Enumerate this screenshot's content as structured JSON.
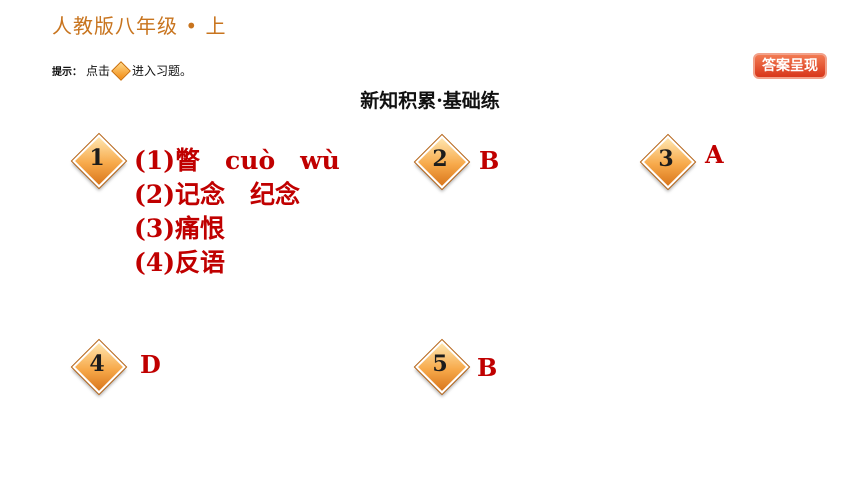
{
  "header": {
    "title": "人教版八年级 • 上"
  },
  "hint": {
    "prefix": "提示：",
    "pre": "点击",
    "post": "进入习题。"
  },
  "answer_button": {
    "label": "答案呈现"
  },
  "section_title": "新知积累·基础练",
  "items": [
    {
      "number": "1",
      "lines": [
        "(1)瞥　cuò　wù",
        "(2)记念　纪念",
        "(3)痛恨",
        "(4)反语"
      ]
    },
    {
      "number": "2",
      "answer": "B"
    },
    {
      "number": "3",
      "answer": "A"
    },
    {
      "number": "4",
      "answer": "D"
    },
    {
      "number": "5",
      "answer": "B"
    }
  ]
}
